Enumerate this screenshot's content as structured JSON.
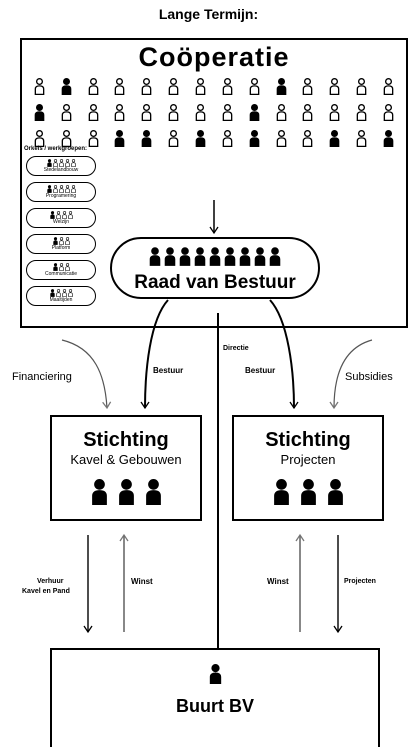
{
  "header": {
    "title": "Lange Termijn:"
  },
  "cooperative": {
    "title": "Coöperatie",
    "member_rows": [
      [
        0,
        1,
        0,
        0,
        0,
        0,
        0,
        0,
        0,
        1,
        0,
        0,
        0,
        0
      ],
      [
        1,
        0,
        0,
        0,
        0,
        0,
        0,
        0,
        1,
        0,
        0,
        0,
        0,
        0
      ],
      [
        0,
        0,
        0,
        1,
        1,
        0,
        1,
        0,
        1,
        0,
        0,
        1,
        0,
        1
      ]
    ],
    "workgroups_label": "Orkels / werkgroepen:",
    "workgroups": [
      {
        "label": "Stedelandbouw",
        "filled": [
          1,
          0,
          0,
          0,
          0
        ]
      },
      {
        "label": "Programering",
        "filled": [
          1,
          0,
          0,
          0,
          0
        ]
      },
      {
        "label": "Welzijn",
        "filled": [
          1,
          0,
          0,
          0
        ]
      },
      {
        "label": "Platform",
        "filled": [
          1,
          0,
          0
        ]
      },
      {
        "label": "Communicatie",
        "filled": [
          1,
          0,
          0
        ]
      },
      {
        "label": "Maaltijden",
        "filled": [
          1,
          0,
          0,
          0
        ]
      }
    ]
  },
  "board": {
    "label": "Raad van Bestuur",
    "member_count": 9
  },
  "flows": {
    "financiering": "Financiering",
    "subsidies": "Subsidies",
    "bestuur_left": "Bestuur",
    "bestuur_right": "Bestuur",
    "directie": "Directie",
    "verhuur": "Verhuur",
    "kavel_en_pand": "Kavel en Pand",
    "winst_left": "Winst",
    "winst_right": "Winst",
    "projecten_flow": "Projecten"
  },
  "foundation_left": {
    "title": "Stichting",
    "subtitle": "Kavel & Gebouwen",
    "member_count": 3
  },
  "foundation_right": {
    "title": "Stichting",
    "subtitle": "Projecten",
    "member_count": 3
  },
  "company": {
    "label": "Buurt BV",
    "member_count": 1
  }
}
